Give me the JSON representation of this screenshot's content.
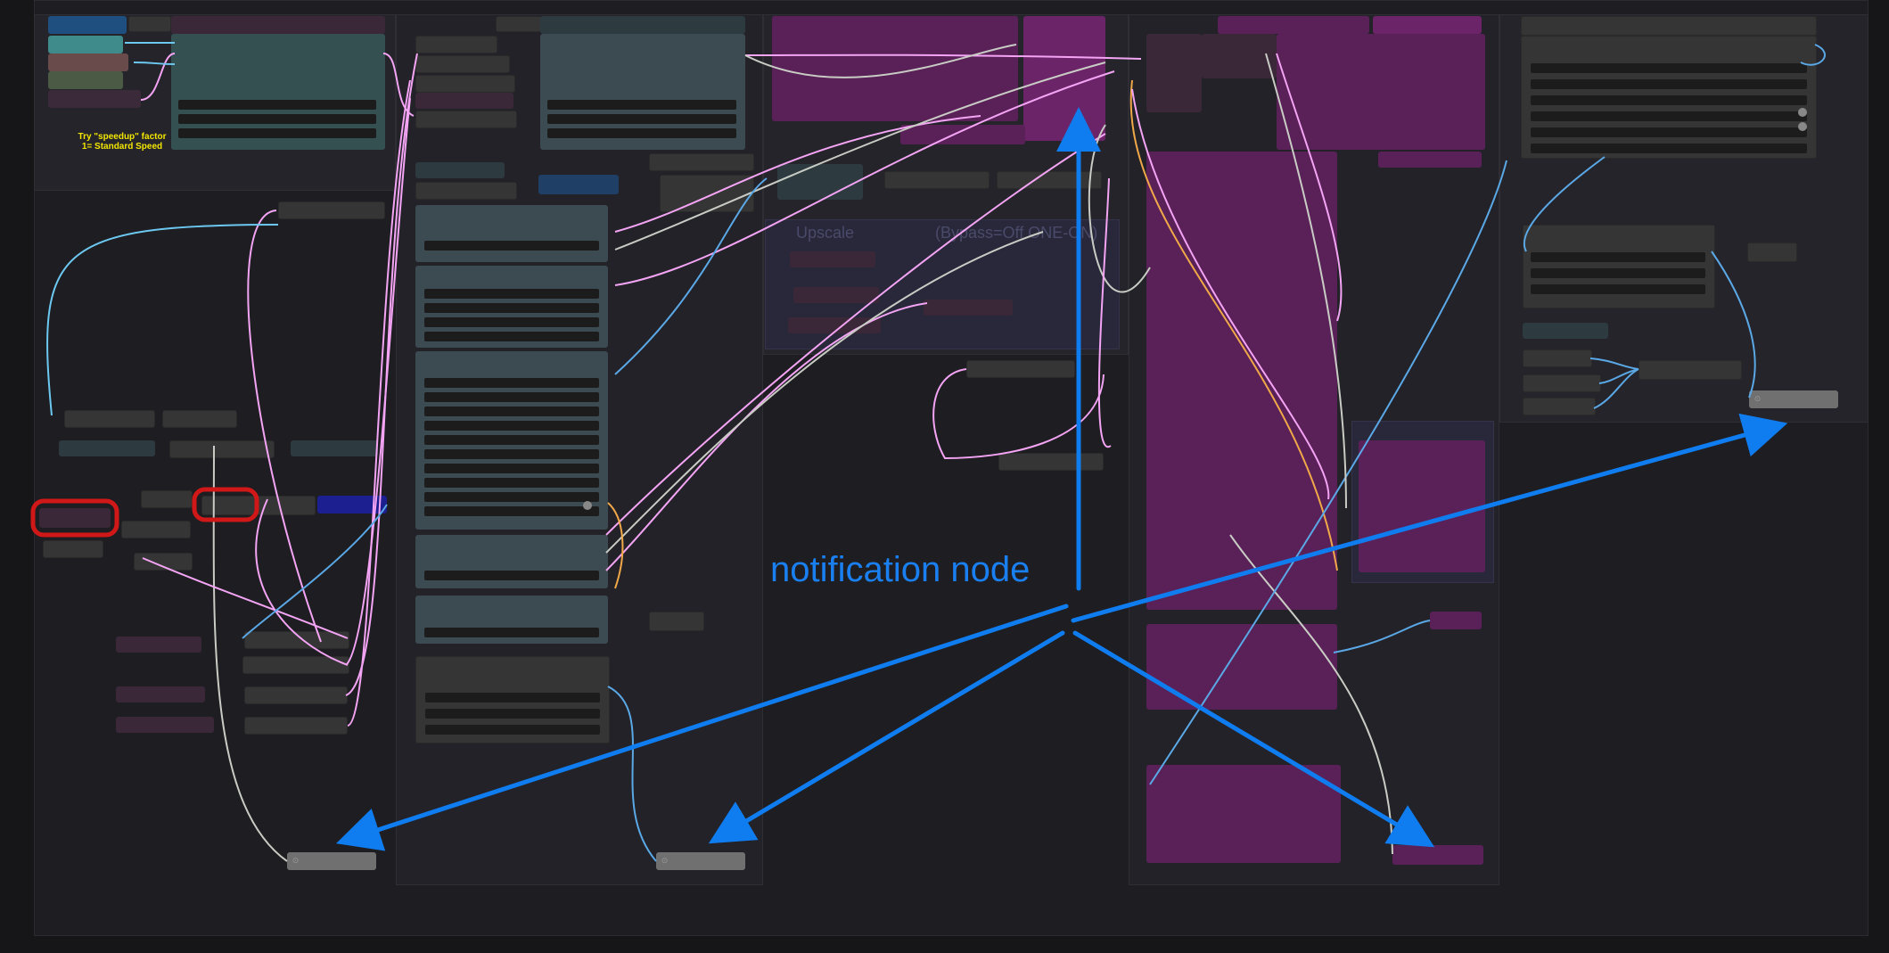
{
  "workflow": {
    "note_text": "Try \"speedup\" factor\n1= Standard Speed",
    "group_title_upscale": "Upscale",
    "group_title_bypass": "(Bypass=Off ONE-ON)"
  },
  "annotation": {
    "label": "notification node",
    "arrow_color": "#0f7df0",
    "highlight_color": "#d01818"
  },
  "colors": {
    "wire_pink": "#f4a4f4",
    "wire_cyan": "#6cc8f0",
    "wire_blue": "#5aa8e6",
    "wire_gray": "#c8ccc4",
    "wire_orange": "#f0a848",
    "node_purple": "#5a2158",
    "node_teal": "#3b5a5e"
  },
  "icons": {
    "node_collapse": "x-icon",
    "notification_output": "circle-icon"
  }
}
